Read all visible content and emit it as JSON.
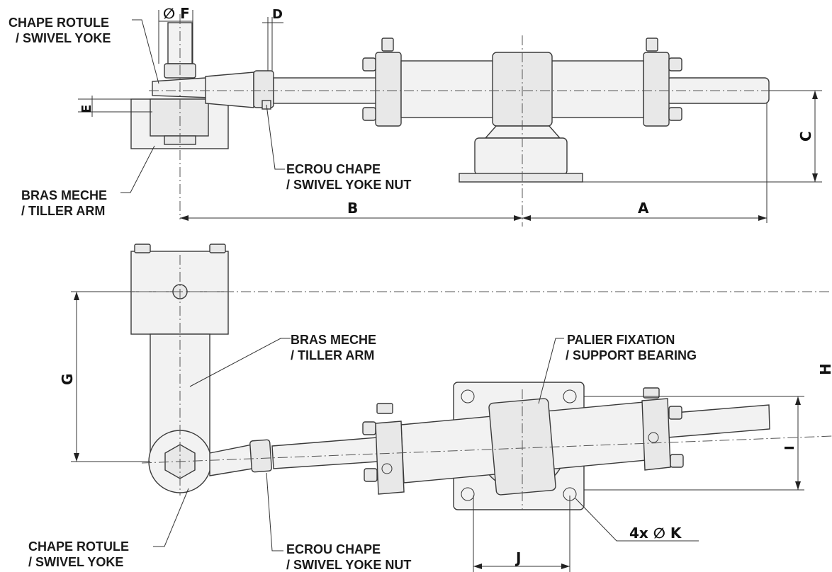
{
  "labels": {
    "chape_rotule_top": "CHAPE ROTULE",
    "swivel_yoke_top": "/ SWIVEL YOKE",
    "bras_meche_top": "BRAS MECHE",
    "tiller_arm_top": "/ TILLER ARM",
    "ecrou_chape_top": "ECROU CHAPE",
    "swivel_yoke_nut_top": "/ SWIVEL YOKE NUT",
    "bras_meche_bottom": "BRAS MECHE",
    "tiller_arm_bottom": "/ TILLER ARM",
    "palier_fixation": "PALIER FIXATION",
    "support_bearing": "/ SUPPORT BEARING",
    "chape_rotule_bottom": "CHAPE ROTULE",
    "swivel_yoke_bottom": "/ SWIVEL YOKE",
    "ecrou_chape_bottom": "ECROU CHAPE",
    "swivel_yoke_nut_bottom": "/ SWIVEL YOKE NUT",
    "holes": "4x ∅ K"
  },
  "dimensions": {
    "A": "A",
    "B": "B",
    "C": "C",
    "D": "D",
    "E": "E",
    "F": "∅ F",
    "G": "G",
    "H": "H",
    "I": "I",
    "J": "J"
  }
}
